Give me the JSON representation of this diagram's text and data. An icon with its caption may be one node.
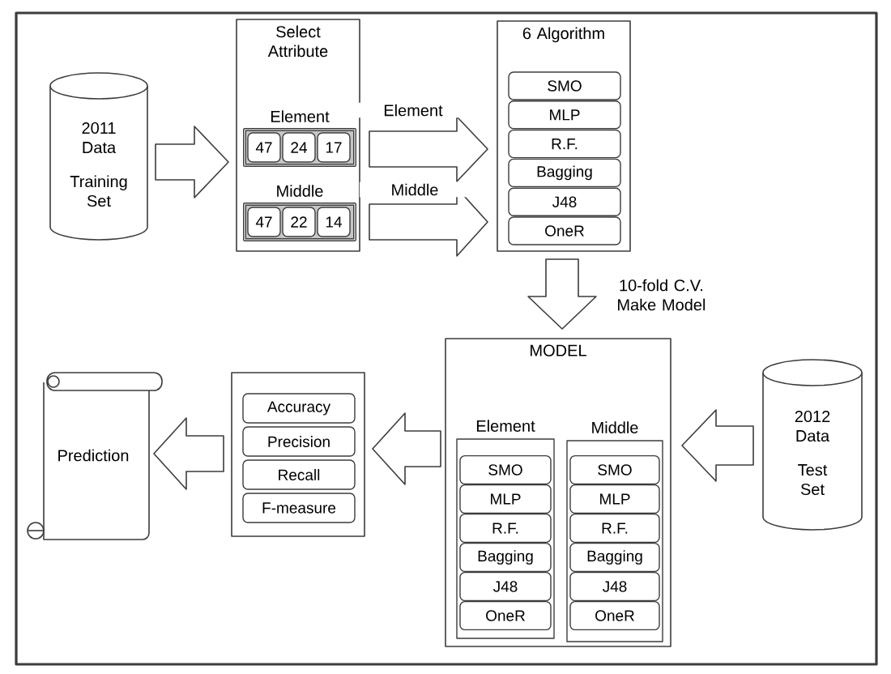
{
  "diagram": {
    "nodes": [
      {
        "text": [
          "2011 Data",
          "Training Set"
        ]
      },
      {
        "text": [
          "Select Attribute"
        ]
      },
      {
        "text": [
          "Element"
        ],
        "in": 1
      },
      {
        "text": [
          "47"
        ],
        "in": 2
      },
      {
        "text": [
          "24"
        ],
        "in": 2
      },
      {
        "text": [
          "17"
        ],
        "in": 2
      },
      {
        "text": [
          "Middle"
        ],
        "in": 1
      },
      {
        "text": [
          "47"
        ],
        "in": 6
      },
      {
        "text": [
          "22"
        ],
        "in": 6
      },
      {
        "text": [
          "14"
        ],
        "in": 6
      },
      {
        "text": [
          "6 Algorithm"
        ]
      },
      {
        "text": [
          "SMO"
        ],
        "in": 10
      },
      {
        "text": [
          "MLP"
        ],
        "in": 10
      },
      {
        "text": [
          "R.F."
        ],
        "in": 10
      },
      {
        "text": [
          "Bagging"
        ],
        "in": 10
      },
      {
        "text": [
          "J48"
        ],
        "in": 10
      },
      {
        "text": [
          "OneR"
        ],
        "in": 10
      },
      {
        "text": [
          "MODEL"
        ]
      },
      {
        "text": [
          "Element"
        ],
        "in": 17
      },
      {
        "text": [
          "SMO"
        ],
        "in": 18
      },
      {
        "text": [
          "MLP"
        ],
        "in": 18
      },
      {
        "text": [
          "R.F."
        ],
        "in": 18
      },
      {
        "text": [
          "Bagging"
        ],
        "in": 18
      },
      {
        "text": [
          "J48"
        ],
        "in": 18
      },
      {
        "text": [
          "OneR"
        ],
        "in": 18
      },
      {
        "text": [
          "Middle"
        ],
        "in": 17
      },
      {
        "text": [
          "SMO"
        ],
        "in": 25
      },
      {
        "text": [
          "MLP"
        ],
        "in": 25
      },
      {
        "text": [
          "R.F."
        ],
        "in": 25
      },
      {
        "text": [
          "Bagging"
        ],
        "in": 25
      },
      {
        "text": [
          "J48"
        ],
        "in": 25
      },
      {
        "text": [
          "OneR"
        ],
        "in": 25
      },
      {
        "text": [
          "2012 Data",
          "Test Set"
        ]
      },
      {
        "text": [],
        "shape": "box"
      },
      {
        "text": [
          "Accuracy"
        ],
        "in": 33
      },
      {
        "text": [
          "Precision"
        ],
        "in": 33
      },
      {
        "text": [
          "Recall"
        ],
        "in": 33
      },
      {
        "text": [
          "F-measure"
        ],
        "in": 33
      },
      {
        "text": [
          "Prediction"
        ]
      }
    ],
    "edges": [
      {
        "from": 0,
        "to": 1,
        "arrow": "to"
      },
      {
        "from": 2,
        "to": 10,
        "arrow": "to",
        "label": "Element"
      },
      {
        "from": 6,
        "to": 10,
        "arrow": "to",
        "label": "Middle"
      },
      {
        "from": 10,
        "to": 17,
        "arrow": "to",
        "label": "10-fold C.V. Make Model"
      },
      {
        "from": 32,
        "to": 17,
        "arrow": "to"
      },
      {
        "from": 17,
        "to": 33,
        "arrow": "to"
      },
      {
        "from": 33,
        "to": 38,
        "arrow": "to"
      }
    ]
  }
}
